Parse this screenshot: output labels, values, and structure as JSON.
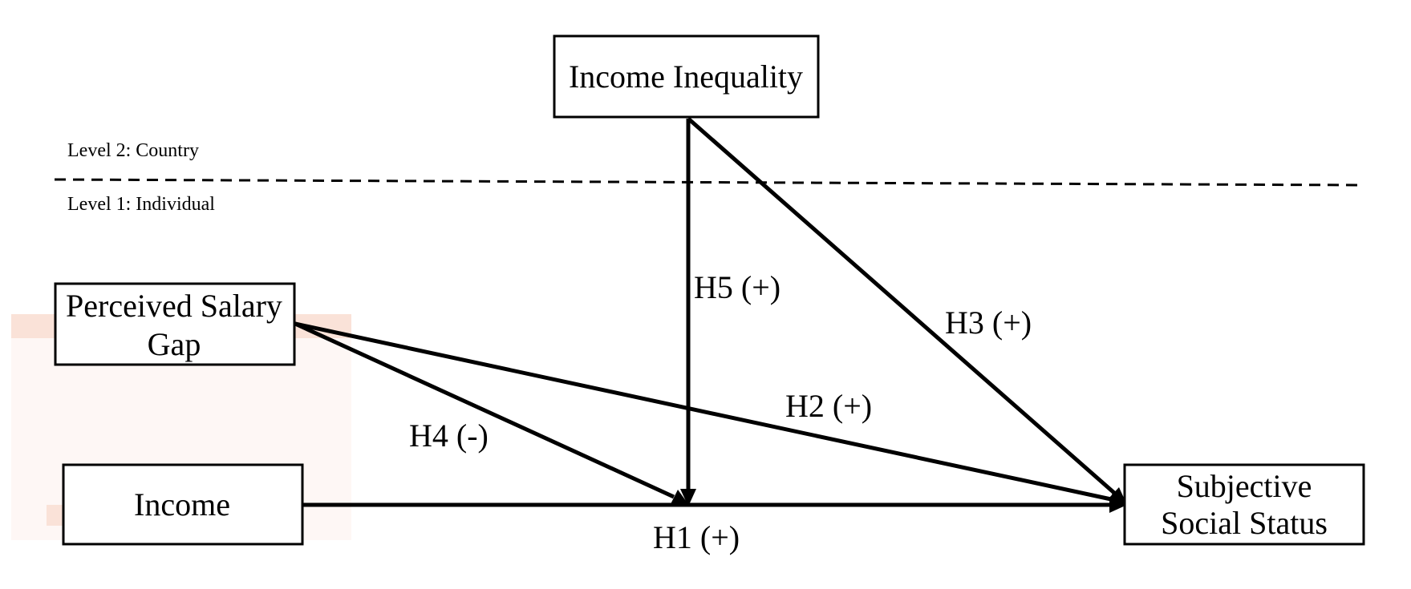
{
  "levels": {
    "upper": "Level 2: Country",
    "lower": "Level 1: Individual"
  },
  "boxes": {
    "income_inequality": [
      "Income Inequality"
    ],
    "perceived_salary_gap": [
      "Perceived Salary",
      "Gap"
    ],
    "income": [
      "Income"
    ],
    "subjective_social_status": [
      "Subjective",
      "Social Status"
    ]
  },
  "hypotheses": {
    "h1": "H1 (+)",
    "h2": "H2 (+)",
    "h3": "H3 (+)",
    "h4": "H4 (-)",
    "h5": "H5 (+)"
  }
}
